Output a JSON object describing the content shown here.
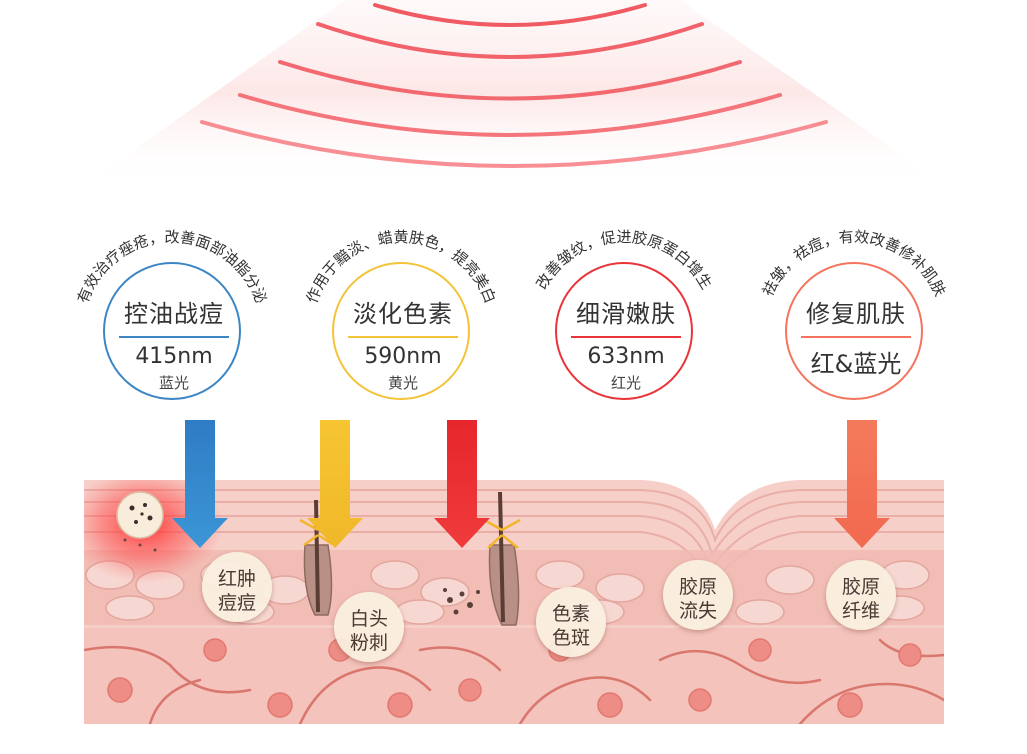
{
  "colors": {
    "blue": "#3d86c6",
    "yellow": "#f3c33a",
    "red": "#e9343a",
    "salmon": "#f4745e",
    "skin": "#f2c4bd",
    "waves": "#ee4b55"
  },
  "treatments": [
    {
      "arc_text": "有效治疗痤疮，改善面部油脂分泌",
      "title": "控油战痘",
      "wavelength": "415nm",
      "light": "蓝光",
      "color": "#3d86c6"
    },
    {
      "arc_text": "作用于黯淡、蜡黄肤色，提亮美白",
      "title": "淡化色素",
      "wavelength": "590nm",
      "light": "黄光",
      "color": "#f3c33a"
    },
    {
      "arc_text": "改善皱纹，促进胶原蛋白增生",
      "title": "细滑嫩肤",
      "wavelength": "633nm",
      "light": "红光",
      "color": "#e9343a"
    },
    {
      "arc_text": "祛皱，祛痘，有效改善修补肌肤",
      "title": "修复肌肤",
      "wavelength": "",
      "light": "红&蓝光",
      "color": "#f4745e"
    }
  ],
  "skin_labels": [
    {
      "line1": "红肿",
      "line2": "痘痘"
    },
    {
      "line1": "白头",
      "line2": "粉刺"
    },
    {
      "line1": "色素",
      "line2": "色斑"
    },
    {
      "line1": "胶原",
      "line2": "流失"
    },
    {
      "line1": "胶原",
      "line2": "纤维"
    }
  ],
  "icons": [
    "light-wave-icon",
    "down-arrow-icon",
    "pimple-icon",
    "hair-follicle-icon",
    "pigment-dots-icon"
  ]
}
